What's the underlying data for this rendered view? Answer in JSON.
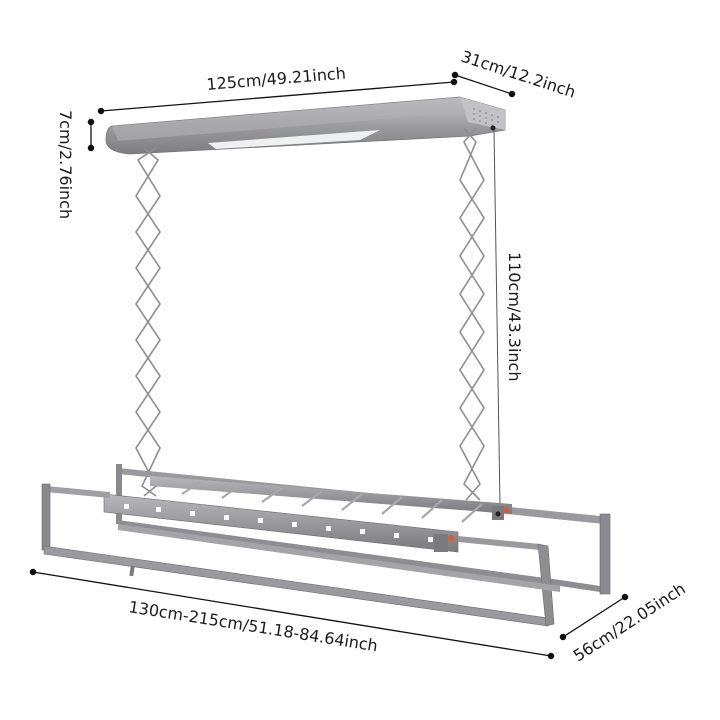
{
  "diagram": {
    "subject": "Ceiling-mounted electric clothes drying rack",
    "dimensions": {
      "length": "125cm/49.21inch",
      "depth": "31cm/12.2inch",
      "height": "7cm/2.76inch",
      "drop": "110cm/43.3inch",
      "extended_width": "130cm-215cm/51.18-84.64inch",
      "rack_depth": "56cm/22.05inch"
    },
    "colors": {
      "frame": "#8e8e92",
      "frame_dark": "#6c6c70",
      "frame_light": "#b4b4b8",
      "light_panel": "#eef0f2",
      "dimension_line": "#111111",
      "accent": "#e2572b"
    }
  }
}
